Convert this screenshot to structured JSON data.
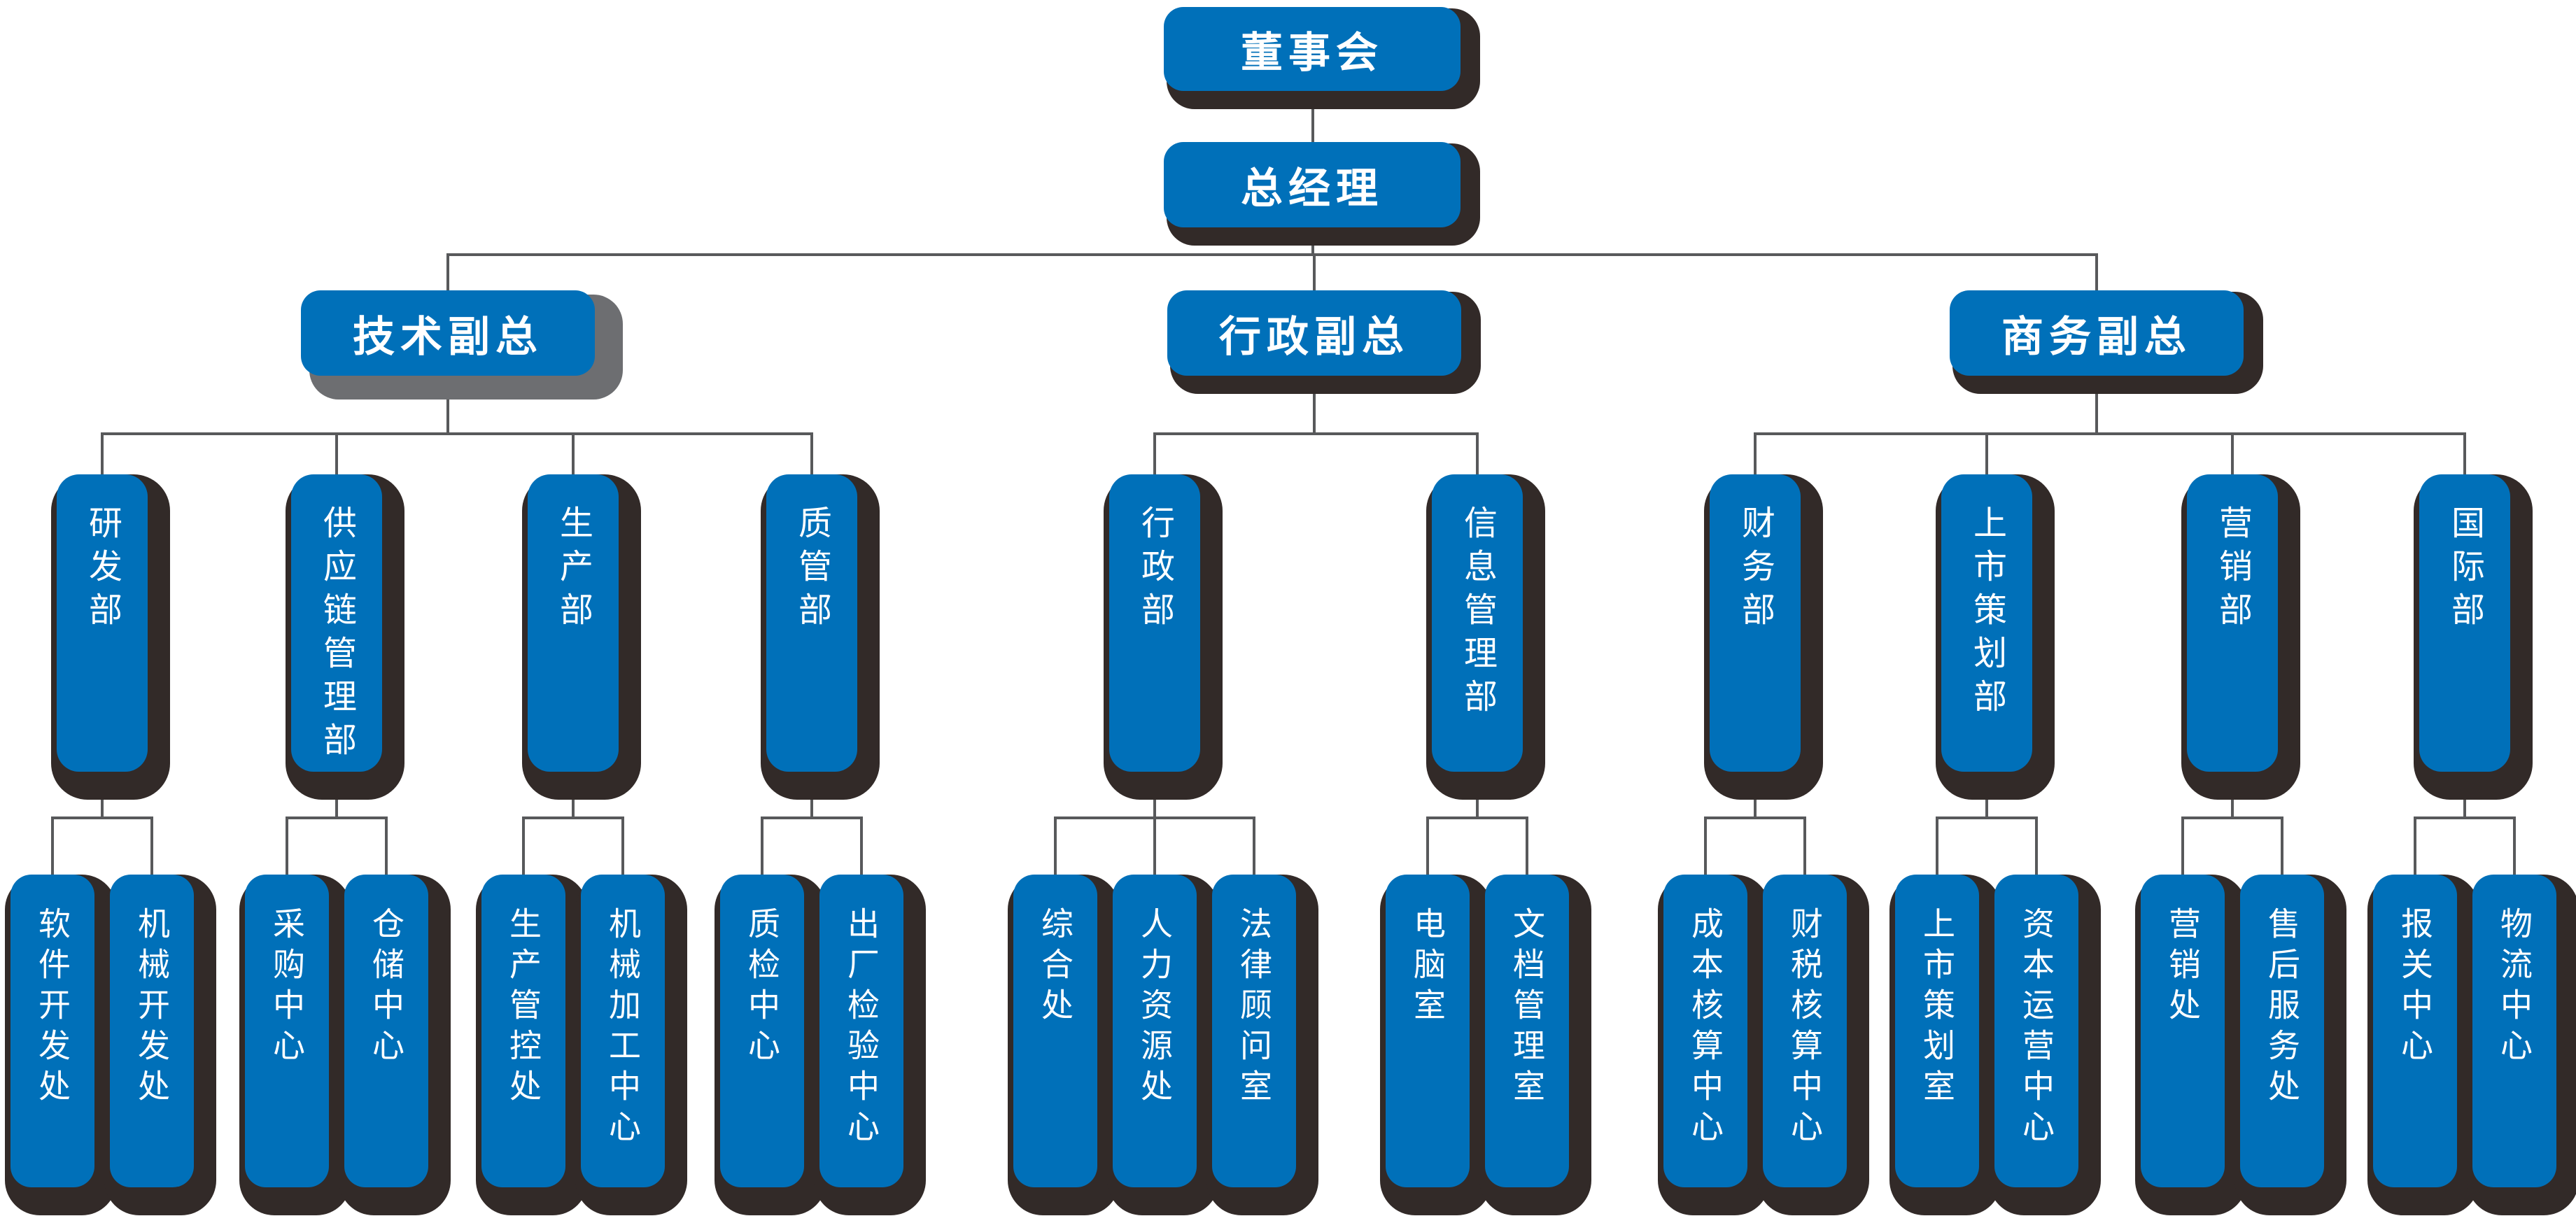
{
  "colors": {
    "box_fill": "#0070B9",
    "box_shadow": "#322A28",
    "tech_vp_shadow": "#6D6E71",
    "connector": "#58595B",
    "text": "#FFFFFF"
  },
  "org": {
    "board": "董事会",
    "general_manager": "总经理",
    "vps": [
      {
        "label": "技术副总",
        "departments": [
          {
            "label": "研发部",
            "children": [
              "软件开发处",
              "机械开发处"
            ]
          },
          {
            "label": "供应链管理部",
            "children": [
              "采购中心",
              "仓储中心"
            ]
          },
          {
            "label": "生产部",
            "children": [
              "生产管控处",
              "机械加工中心"
            ]
          },
          {
            "label": "质管部",
            "children": [
              "质检中心",
              "出厂检验中心"
            ]
          }
        ]
      },
      {
        "label": "行政副总",
        "departments": [
          {
            "label": "行政部",
            "children": [
              "综合处",
              "人力资源处",
              "法律顾问室"
            ]
          },
          {
            "label": "信息管理部",
            "children": [
              "电脑室",
              "文档管理室"
            ]
          }
        ]
      },
      {
        "label": "商务副总",
        "departments": [
          {
            "label": "财务部",
            "children": [
              "成本核算中心",
              "财税核算中心"
            ]
          },
          {
            "label": "上市策划部",
            "children": [
              "上市策划室",
              "资本运营中心"
            ]
          },
          {
            "label": "营销部",
            "children": [
              "营销处",
              "售后服务处"
            ]
          },
          {
            "label": "国际部",
            "children": [
              "报关中心",
              "物流中心"
            ]
          }
        ]
      }
    ]
  }
}
